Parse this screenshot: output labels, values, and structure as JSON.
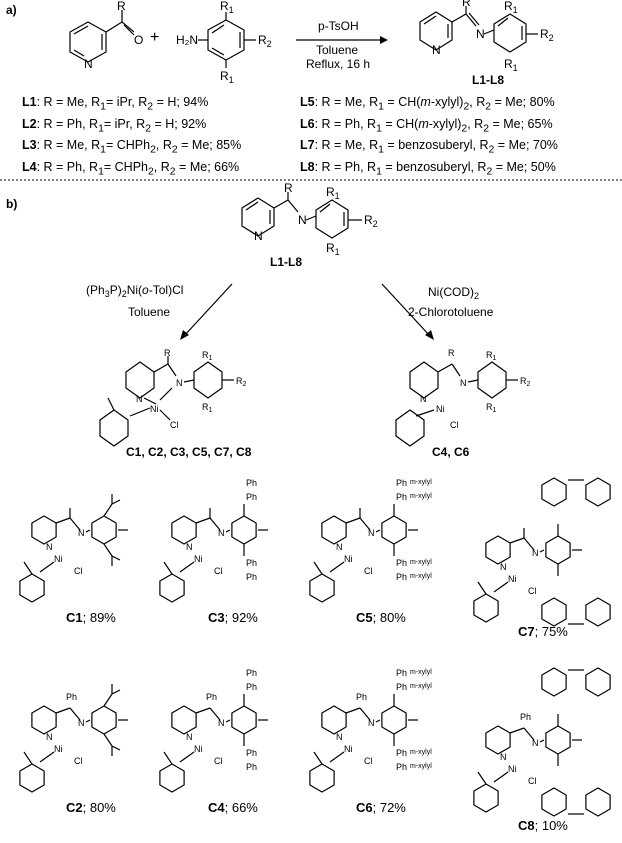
{
  "section_a": {
    "label": "a)",
    "reagent": "p-TsOH",
    "solvent": "Toluene",
    "condition": "Reflux, 16 h",
    "product": "L1-L8",
    "left_list": [
      {
        "id": "L1",
        "text": ": R = Me, R",
        "s1": "1",
        "t1": "= iPr, R",
        "s2": "2",
        "t2": " = H; 94%"
      },
      {
        "id": "L2",
        "text": ": R = Ph, R",
        "s1": "1",
        "t1": "= iPr, R",
        "s2": "2",
        "t2": " = H; 92%"
      },
      {
        "id": "L3",
        "text": ": R = Me, R",
        "s1": "1",
        "t1": "= CHPh",
        "s2": "2",
        "t2": ", R2 = Me; 85%"
      },
      {
        "id": "L4",
        "text": ": R = Ph, R",
        "s1": "1",
        "t1": "= CHPh",
        "s2": "2",
        "t2": ", R2 = Me; 66%"
      }
    ],
    "right_list": [
      {
        "id": "L5",
        "text": ": R = Me, R1 = CH(m-xylyl)2, R2 = Me; 80%"
      },
      {
        "id": "L6",
        "text": ": R = Ph, R1 = CH(m-xylyl)2, R2 = Me; 65%"
      },
      {
        "id": "L7",
        "text": ": R = Me, R1 = benzosuberyl, R2 = Me; 70%"
      },
      {
        "id": "L8",
        "text": ": R = Ph, R1 = benzosuberyl, R2 = Me; 50%"
      }
    ]
  },
  "section_b": {
    "label": "b)",
    "top_label": "L1-L8",
    "left_reagent": "(Ph3P)2Ni(o-Tol)Cl",
    "left_solvent": "Toluene",
    "right_reagent": "Ni(COD)2",
    "right_solvent": "2-Chlorotoluene",
    "left_products": "C1, C2, C3, C5, C7, C8",
    "right_products": "C4, C6"
  },
  "complexes": [
    {
      "id": "C1",
      "yield": "; 89%"
    },
    {
      "id": "C3",
      "yield": "; 92%"
    },
    {
      "id": "C5",
      "yield": "; 80%"
    },
    {
      "id": "C7",
      "yield": "; 75%"
    },
    {
      "id": "C2",
      "yield": "; 80%"
    },
    {
      "id": "C4",
      "yield": "; 66%"
    },
    {
      "id": "C6",
      "yield": "; 72%"
    },
    {
      "id": "C8",
      "yield": "; 10%"
    }
  ],
  "atoms": {
    "N": "N",
    "O": "O",
    "Ni": "Ni",
    "Cl": "Cl",
    "R": "R",
    "Ph": "Ph",
    "H2N": "H₂N",
    "R1": "R",
    "R2": "R",
    "sub1": "1",
    "sub2": "2",
    "mxylyl": "m-xylyl"
  }
}
